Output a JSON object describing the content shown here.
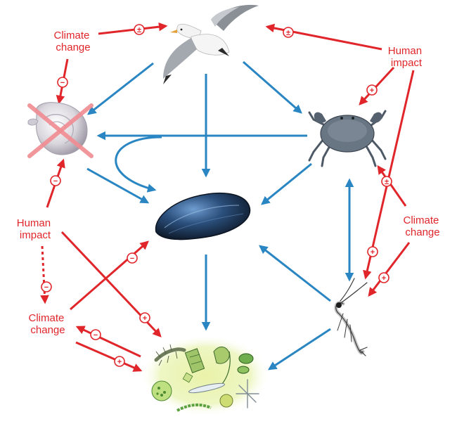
{
  "colors": {
    "food_web": "#2a86c2",
    "driver": "#e0262b",
    "background": "#ffffff"
  },
  "nodes": {
    "gull": {
      "icon": "seagull-icon"
    },
    "snail": {
      "icon": "snail-crossed-out-icon"
    },
    "crab": {
      "icon": "crab-icon"
    },
    "mussel": {
      "icon": "mussel-icon"
    },
    "shrimp": {
      "icon": "shrimp-icon"
    },
    "plankton": {
      "icon": "plankton-icon"
    }
  },
  "drivers": {
    "climate_change_top_left": {
      "line1": "Climate",
      "line2": "change"
    },
    "human_impact_top_right": {
      "line1": "Human",
      "line2": "impact"
    },
    "human_impact_left": {
      "line1": "Human",
      "line2": "impact"
    },
    "climate_change_right": {
      "line1": "Climate",
      "line2": "change"
    },
    "climate_change_bottom_left": {
      "line1": "Climate",
      "line2": "change"
    }
  },
  "signs": {
    "cc_tl_to_gull": "±",
    "cc_tl_to_snail": "−",
    "hi_tr_to_gull": "±",
    "hi_tr_to_crab": "+",
    "hi_tr_to_shrimp": "+",
    "hi_l_to_snail": "−",
    "hi_l_to_cc_bl": "−",
    "hi_l_to_plankton": "+",
    "cc_bl_to_mussel": "−",
    "cc_bl_from_plankton": "−",
    "cc_bl_to_plankton": "+",
    "cc_r_to_crab": "±",
    "cc_r_to_shrimp": "+"
  }
}
